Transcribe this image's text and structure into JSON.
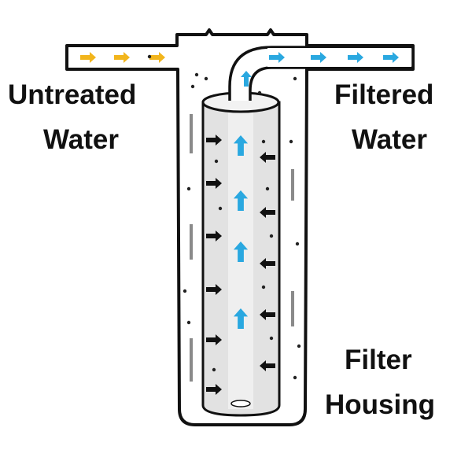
{
  "labels": {
    "untreated_line1": "Untreated",
    "untreated_line2": "Water",
    "filtered_line1": "Filtered",
    "filtered_line2": "Water",
    "housing_line1": "Filter",
    "housing_line2": "Housing"
  },
  "colors": {
    "untreated_flow": "#f2b51c",
    "filtered_flow": "#2aa8e0",
    "outline": "#111111",
    "cartridge": "#dcdcdc",
    "downflow": "#8a8a8a"
  }
}
